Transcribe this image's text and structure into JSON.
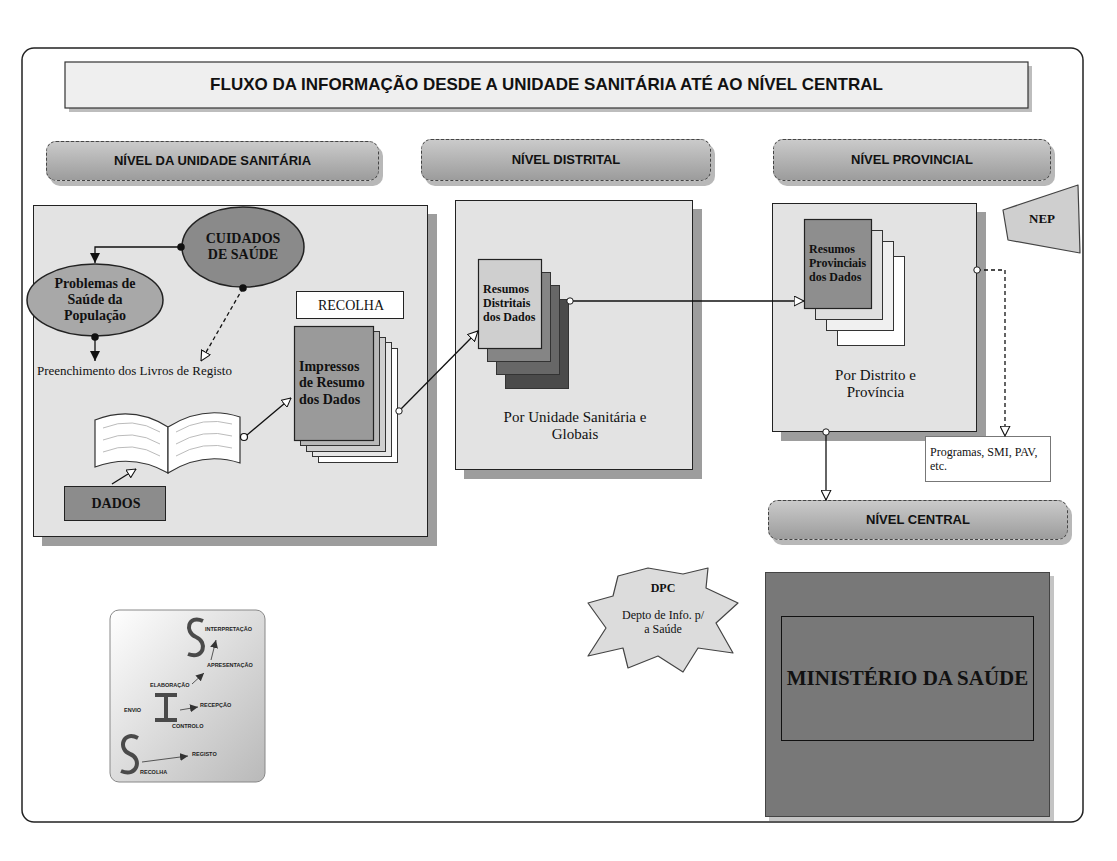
{
  "diagram": {
    "title": "FLUXO DA INFORMAÇÃO DESDE A UNIDADE SANITÁRIA ATÉ AO NÍVEL CENTRAL",
    "nodes": [
      {
        "text": [
          "NÍVEL DA UNIDADE SANITÁRIA"
        ]
      },
      {
        "text": [
          "CUIDADOS DE SAÚDE"
        ],
        "in": 0
      },
      {
        "text": [
          "Problemas de Saúde da População"
        ],
        "in": 0
      },
      {
        "text": [
          "Preenchimento dos Livros de Registo"
        ],
        "in": 0
      },
      {
        "text": [
          "RECOLHA"
        ],
        "in": 0
      },
      {
        "text": [
          "Impressos de Resumo dos Dados"
        ],
        "in": 0
      },
      {
        "text": [
          "DADOS"
        ],
        "in": 0
      },
      {
        "text": [
          "NÍVEL DISTRITAL",
          "Por Unidade Sanitária e Globais"
        ]
      },
      {
        "text": [
          "Resumos Distritais dos Dados"
        ],
        "in": 7
      },
      {
        "text": [
          "NÍVEL PROVINCIAL",
          "Por Distrito e Província"
        ]
      },
      {
        "text": [
          "Resumos Provinciais dos Dados"
        ],
        "in": 9
      },
      {
        "text": [
          "NEP"
        ]
      },
      {
        "text": [
          "Programas, SMI, PAV, etc."
        ]
      },
      {
        "text": [
          "NÍVEL CENTRAL"
        ]
      },
      {
        "text": [
          "DPC",
          "Depto de Info. p/ a Saúde"
        ]
      },
      {
        "text": [
          "MINISTÉRIO DA SAÚDE"
        ]
      }
    ],
    "edges": [
      {
        "from": 1,
        "to": 2,
        "arrow": "to"
      },
      {
        "from": 1,
        "to": 3,
        "arrow": "to"
      },
      {
        "from": 2,
        "to": 3,
        "arrow": "to"
      },
      {
        "from": 5,
        "to": 8,
        "arrow": "to"
      },
      {
        "from": 8,
        "to": 10,
        "arrow": "to"
      },
      {
        "from": 9,
        "to": 12,
        "arrow": "to"
      },
      {
        "from": 9,
        "to": 13,
        "arrow": "to"
      }
    ],
    "labels": [
      "INTERPRETAÇÃO",
      "APRESENTAÇÃO",
      "ELABORAÇÃO",
      "RECEPÇÃO",
      "ENVIO",
      "CONTROLO",
      "REGISTO",
      "RECOLHA"
    ]
  }
}
